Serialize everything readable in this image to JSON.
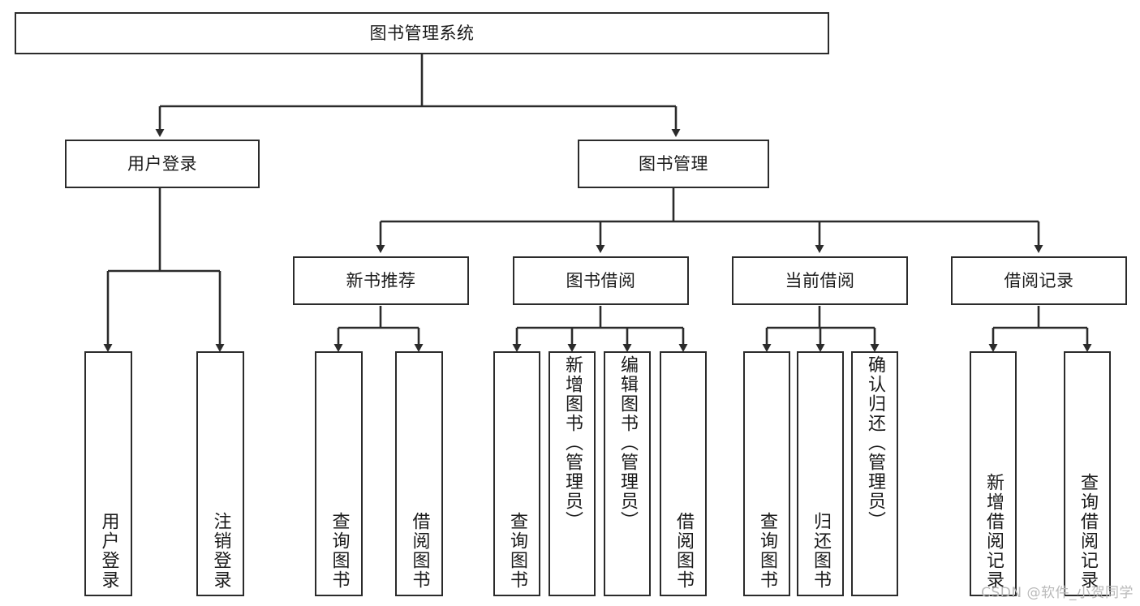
{
  "diagram": {
    "title": "图书管理系统",
    "type": "hierarchy-tree",
    "root": {
      "label": "图书管理系统"
    },
    "level1": [
      {
        "label": "用户登录"
      },
      {
        "label": "图书管理"
      }
    ],
    "level2": [
      {
        "label": "新书推荐"
      },
      {
        "label": "图书借阅"
      },
      {
        "label": "当前借阅"
      },
      {
        "label": "借阅记录"
      }
    ],
    "leaves": {
      "user_login": [
        {
          "label": "用户登录"
        },
        {
          "label": "注销登录"
        }
      ],
      "new_book_recommend": [
        {
          "label": "查询图书"
        },
        {
          "label": "借阅图书"
        }
      ],
      "book_borrow": [
        {
          "label": "查询图书"
        },
        {
          "label": "新增图书（管理员）"
        },
        {
          "label": "编辑图书（管理员）"
        },
        {
          "label": "借阅图书"
        }
      ],
      "current_borrow": [
        {
          "label": "查询图书"
        },
        {
          "label": "归还图书"
        },
        {
          "label": "确认归还（管理员）"
        }
      ],
      "borrow_record": [
        {
          "label": "新增借阅记录"
        },
        {
          "label": "查询借阅记录"
        }
      ]
    },
    "colors": {
      "stroke": "#2b2b2b",
      "fill": "#ffffff",
      "text": "#1a1a1a",
      "watermark": "#b9b9b9"
    }
  },
  "watermark": {
    "text": "CSDN @软件_小贺同学"
  }
}
